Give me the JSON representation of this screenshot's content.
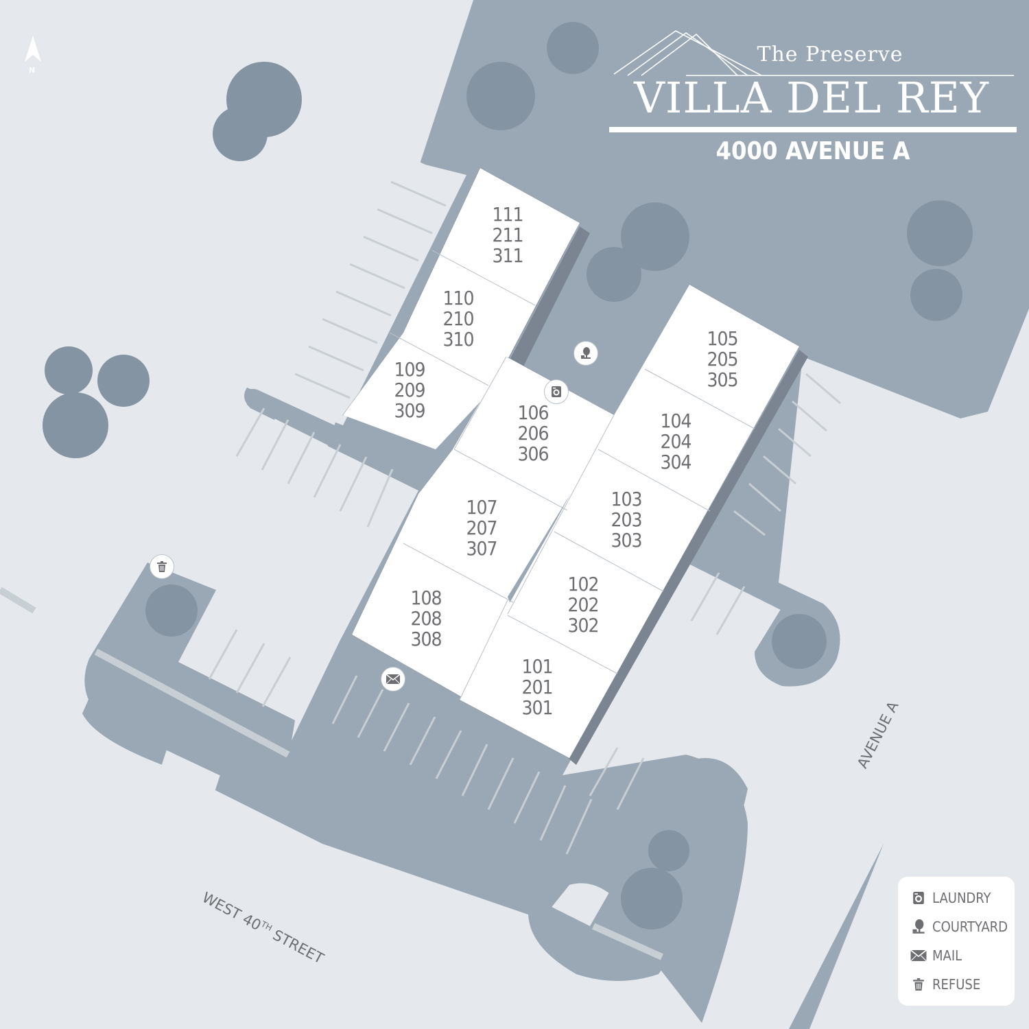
{
  "map": {
    "north_label": "N",
    "colors": {
      "ground": "#9aa8b5",
      "road": "#e5e8ec",
      "building": "#ffffff",
      "tree": "#8594a3",
      "text": "#6d6e71"
    },
    "buildings": [
      {
        "units": [
          "111",
          "211",
          "311"
        ]
      },
      {
        "units": [
          "110",
          "210",
          "310"
        ]
      },
      {
        "units": [
          "109",
          "209",
          "309"
        ]
      },
      {
        "units": [
          "106",
          "206",
          "306"
        ]
      },
      {
        "units": [
          "107",
          "207",
          "307"
        ]
      },
      {
        "units": [
          "108",
          "208",
          "308"
        ]
      },
      {
        "units": [
          "105",
          "205",
          "305"
        ]
      },
      {
        "units": [
          "104",
          "204",
          "304"
        ]
      },
      {
        "units": [
          "103",
          "203",
          "303"
        ]
      },
      {
        "units": [
          "102",
          "202",
          "302"
        ]
      },
      {
        "units": [
          "101",
          "201",
          "301"
        ]
      }
    ],
    "streets": {
      "avenue_a": "AVENUE A",
      "west_40": {
        "prefix": "WEST 40",
        "superscript": "TH",
        "suffix": " STREET"
      }
    },
    "markers": [
      "courtyard-icon",
      "laundry-icon",
      "refuse-icon",
      "mail-icon"
    ]
  },
  "logo": {
    "pre_title": "The Preserve",
    "title": "VILLA DEL REY",
    "address": "4000 AVENUE A"
  },
  "legend": {
    "items": [
      {
        "icon": "laundry-icon",
        "label": "LAUNDRY"
      },
      {
        "icon": "courtyard-icon",
        "label": "COURTYARD"
      },
      {
        "icon": "mail-icon",
        "label": "MAIL"
      },
      {
        "icon": "refuse-icon",
        "label": "REFUSE"
      }
    ]
  }
}
